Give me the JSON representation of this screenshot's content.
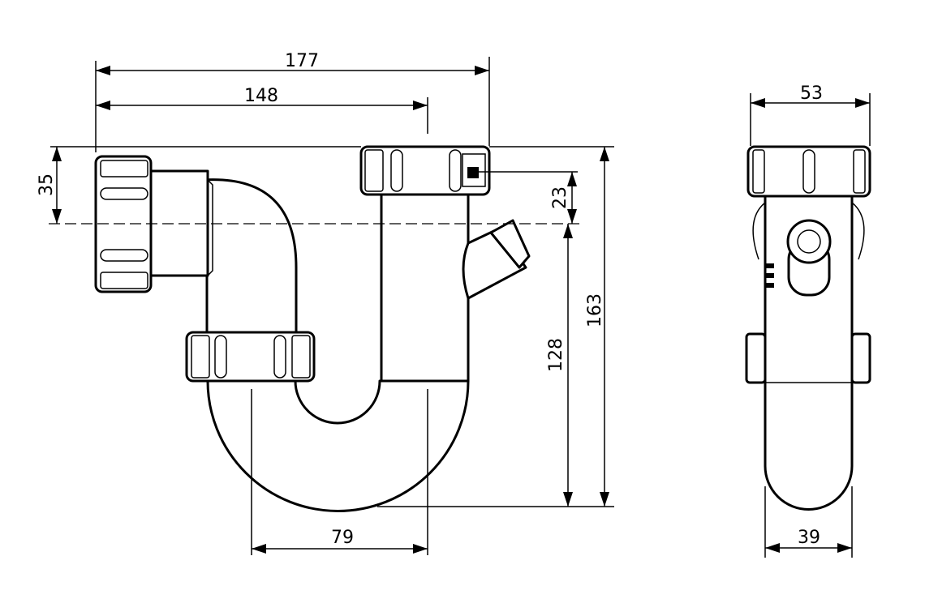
{
  "dimensions": {
    "overall_width": "177",
    "inlet_to_outlet": "148",
    "inlet_offset": "35",
    "top_offset": "23",
    "overall_height": "163",
    "outlet_height": "128",
    "u_bend_width": "79",
    "side_width": "53",
    "side_body_width": "39"
  }
}
